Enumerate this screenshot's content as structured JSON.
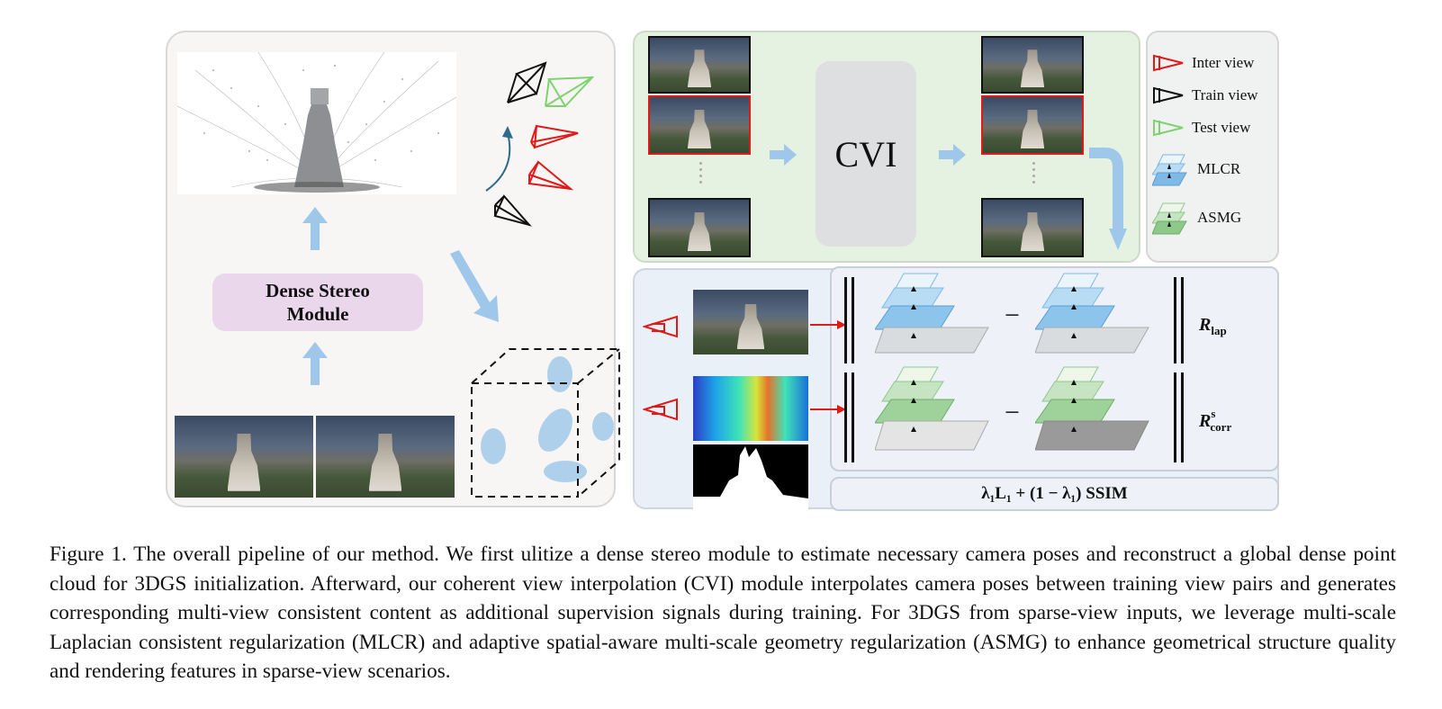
{
  "figure": {
    "dense_stereo_label": [
      "Dense Stereo",
      "Module"
    ],
    "cvi_label": "CVI",
    "legend": [
      {
        "label": "Inter view",
        "color": "#e01919",
        "icon": "camera-frustum-icon"
      },
      {
        "label": "Train view",
        "color": "#111111",
        "icon": "camera-frustum-icon"
      },
      {
        "label": "Test view",
        "color": "#7fd36f",
        "icon": "camera-frustum-icon"
      },
      {
        "label": "MLCR",
        "color": "#7fb9e6",
        "icon": "layer-stack-icon"
      },
      {
        "label": "ASMG",
        "color": "#8ec98a",
        "icon": "layer-stack-icon"
      }
    ],
    "reg_lap": {
      "symbol": "R",
      "sub": "lap"
    },
    "reg_corr": {
      "symbol": "R",
      "sup": "s",
      "sub": "corr"
    },
    "loss": "λ₁L₁ + (1 − λ₁) SSIM",
    "minus": "−"
  },
  "caption": "Figure 1. The overall pipeline of our method. We first ulitize a dense stereo module to estimate necessary camera poses and reconstruct a global dense point cloud for 3DGS initialization. Afterward, our coherent view interpolation (CVI) module interpolates camera poses between training view pairs and generates corresponding multi-view consistent content as additional supervision signals during training. For 3DGS from sparse-view inputs, we leverage multi-scale Laplacian consistent regularization (MLCR) and adaptive spatial-aware multi-scale geometry regularization (ASMG) to enhance geometrical structure quality and rendering features in sparse-view scenarios."
}
